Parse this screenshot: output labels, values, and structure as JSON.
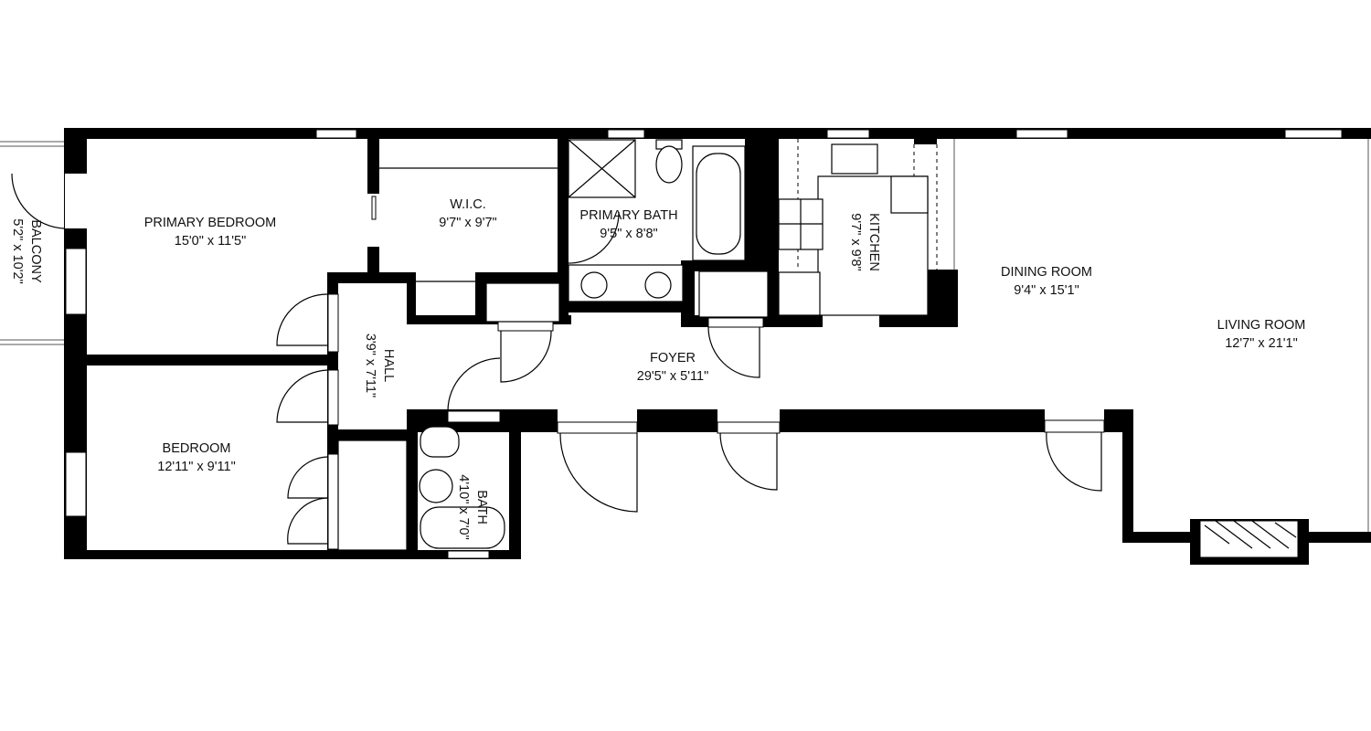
{
  "rooms": {
    "balcony": {
      "name": "BALCONY",
      "dims": "5'2\" x 10'2\""
    },
    "primary_bedroom": {
      "name": "PRIMARY BEDROOM",
      "dims": "15'0\" x 11'5\""
    },
    "wic": {
      "name": "W.I.C.",
      "dims": "9'7\" x 9'7\""
    },
    "primary_bath": {
      "name": "PRIMARY BATH",
      "dims": "9'5\" x 8'8\""
    },
    "kitchen": {
      "name": "KITCHEN",
      "dims": "9'7\" x 9'8\""
    },
    "dining_room": {
      "name": "DINING ROOM",
      "dims": "9'4\" x 15'1\""
    },
    "living_room": {
      "name": "LIVING ROOM",
      "dims": "12'7\" x 21'1\""
    },
    "hall": {
      "name": "HALL",
      "dims": "3'9\" x 7'11\""
    },
    "foyer": {
      "name": "FOYER",
      "dims": "29'5\" x 5'11\""
    },
    "bedroom": {
      "name": "BEDROOM",
      "dims": "12'11\" x 9'11\""
    },
    "bath": {
      "name": "BATH",
      "dims": "4'10\" x 7'0\""
    }
  },
  "colors": {
    "wall": "#000000",
    "background": "#ffffff"
  }
}
